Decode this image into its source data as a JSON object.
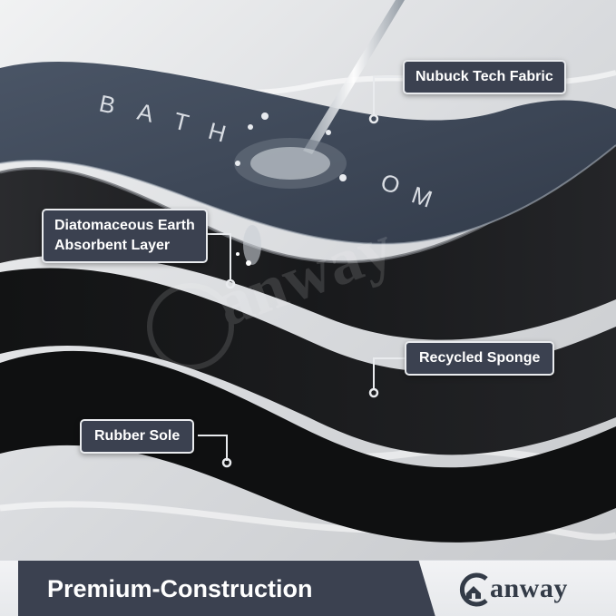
{
  "image": {
    "printed_text": "BATHROOM",
    "watermark": "Canway"
  },
  "callouts": {
    "nubuck": "Nubuck Tech Fabric",
    "diatomaceous_line1": "Diatomaceous Earth",
    "diatomaceous_line2": "Absorbent Layer",
    "sponge": "Recycled Sponge",
    "rubber": "Rubber Sole"
  },
  "footer": {
    "title": "Premium-Construction",
    "brand": "anway"
  },
  "colors": {
    "callout_bg": "#3b4150",
    "fabric_top": "#3c4656",
    "layer_dark": "#1c1d1f"
  }
}
